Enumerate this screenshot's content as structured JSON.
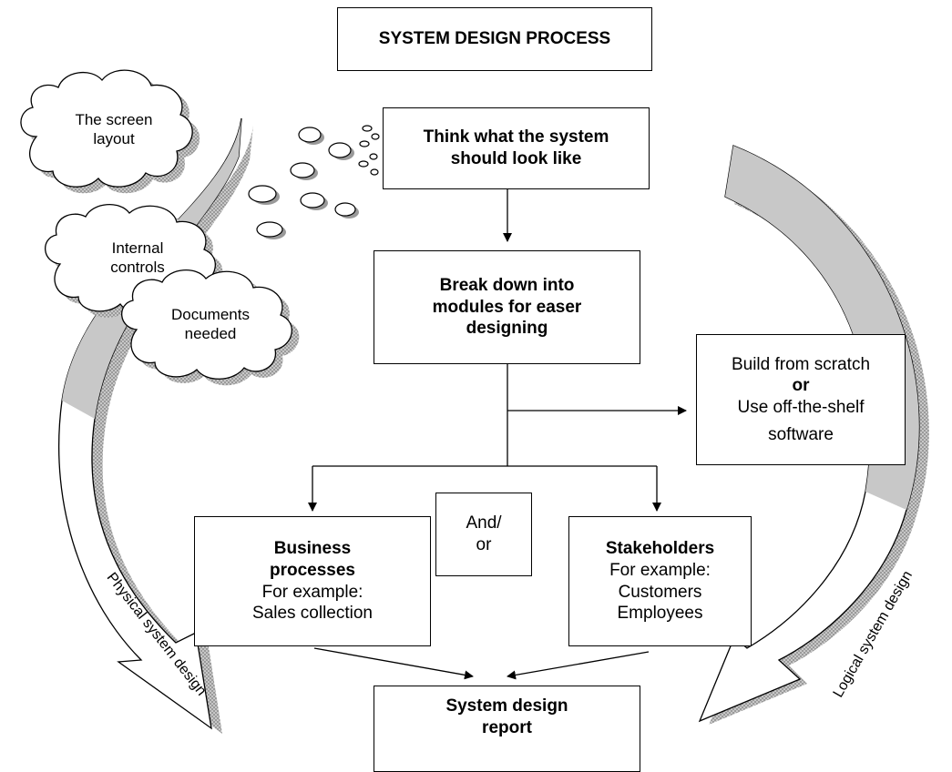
{
  "title": "SYSTEM DESIGN PROCESS",
  "nodes": {
    "think": [
      "Think what the system",
      "should look like"
    ],
    "breakdown": [
      "Break down into",
      "modules for easer",
      "designing"
    ],
    "build": {
      "line1": "Build from scratch",
      "or": "or",
      "line3": "Use off-the-shelf",
      "line4": "software"
    },
    "andor": [
      "And/",
      "or"
    ],
    "business": {
      "title": [
        "Business",
        "processes"
      ],
      "body": [
        "For example:",
        "Sales collection"
      ]
    },
    "stakeholders": {
      "title": "Stakeholders",
      "body": [
        "For example:",
        "Customers",
        "Employees"
      ]
    },
    "report": [
      "System design",
      "report"
    ]
  },
  "clouds": {
    "screen": [
      "The screen",
      "layout"
    ],
    "internal": [
      "Internal",
      "controls"
    ],
    "documents": [
      "Documents",
      "needed"
    ]
  },
  "arrows": {
    "physical": "Physical system design",
    "logical": "Logical system design"
  }
}
